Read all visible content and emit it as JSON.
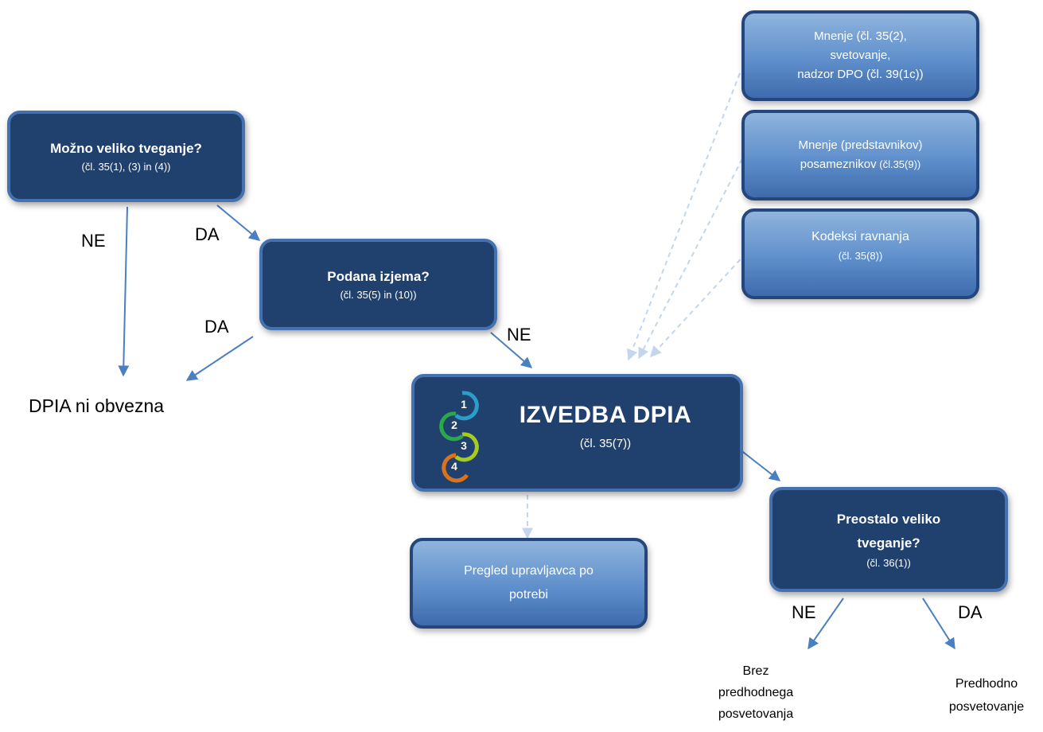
{
  "boxes": {
    "risk": {
      "title": "Možno veliko tveganje?",
      "sub": "(čl. 35(1), (3) in (4))"
    },
    "exemption": {
      "title": "Podana izjema?",
      "sub": "(čl. 35(5) in (10))"
    },
    "dpia": {
      "title": "IZVEDBA DPIA",
      "sub": "(čl. 35(7))"
    },
    "residual": {
      "title_line1": "Preostalo veliko",
      "title_line2": "tveganje?",
      "sub": "(čl. 36(1))"
    },
    "opinion": {
      "line1": "Mnenje (čl. 35(2),",
      "line2": "svetovanje,",
      "line3": "nadzor DPO (čl. 39(1c))"
    },
    "subjects": {
      "line1": "Mnenje (predstavnikov)",
      "line2": "posameznikov",
      "line2_small": " (čl.35(9))"
    },
    "codes": {
      "line1": "Kodeksi ravnanja",
      "line2": "(čl. 35(8))"
    },
    "review": {
      "line1": "Pregled upravljavca po",
      "line2": "potrebi"
    }
  },
  "cycle_steps": [
    "1",
    "2",
    "3",
    "4"
  ],
  "labels": {
    "ne_left": "NE",
    "da_top": "DA",
    "da_mid": "DA",
    "ne_mid": "NE",
    "ne_bottom": "NE",
    "da_bottom": "DA"
  },
  "outcomes": {
    "not_required": "DPIA ni obvezna",
    "no_consult": [
      "Brez",
      "predhodnega",
      "posvetovanja"
    ],
    "consult": [
      "Predhodno",
      "posvetovanje"
    ]
  },
  "colors": {
    "dark_box": "#20406e",
    "dark_border": "#4472b0",
    "light_box": "#5f8fcb",
    "arrow": "#4a7fc1",
    "dashed_arrow": "#c3d6eb",
    "step1": "#2a9dc8",
    "step2": "#2aa84a",
    "step3": "#a8cc1c",
    "step4": "#d9731c"
  }
}
